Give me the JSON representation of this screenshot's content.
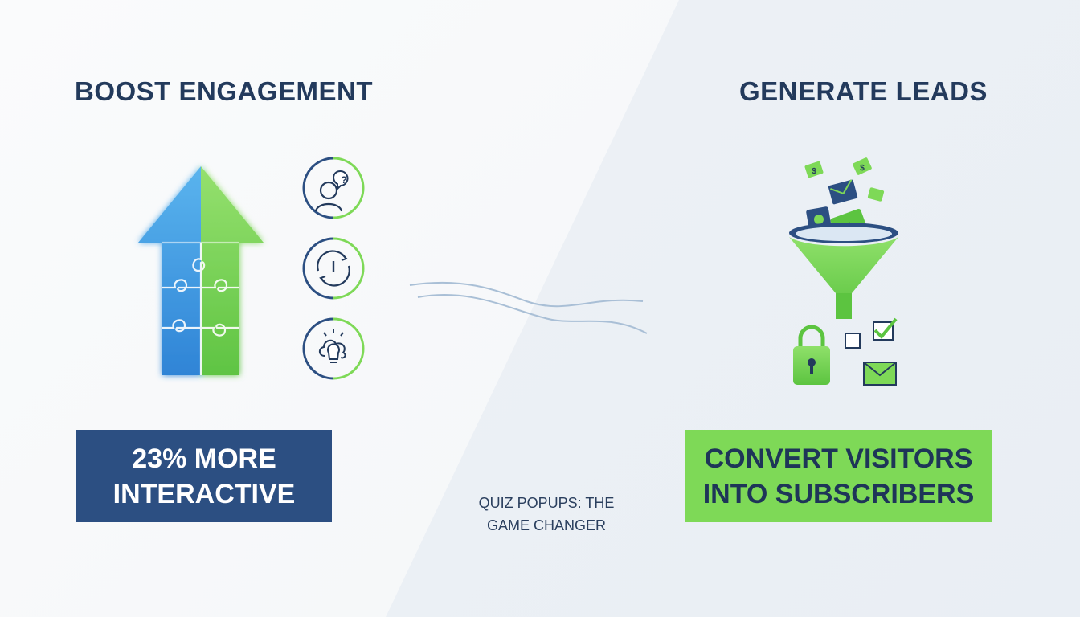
{
  "left": {
    "heading": "BOOST ENGAGEMENT",
    "stat_line1": "23% MORE",
    "stat_line2": "INTERACTIVE",
    "icons": [
      "person-question-icon",
      "clock-cycle-icon",
      "lightbulb-cloud-icon"
    ]
  },
  "right": {
    "heading": "GENERATE LEADS",
    "stat_line1": "CONVERT VISITORS",
    "stat_line2": "INTO SUBSCRIBERS"
  },
  "center": {
    "caption_line1": "QUIZ POPUPS: THE",
    "caption_line2": "GAME CHANGER"
  },
  "colors": {
    "navy": "#233a5c",
    "blue_box": "#2c4f82",
    "green": "#7ed957",
    "puzzle_blue": "#3d9be0",
    "puzzle_green": "#7fd45a"
  }
}
